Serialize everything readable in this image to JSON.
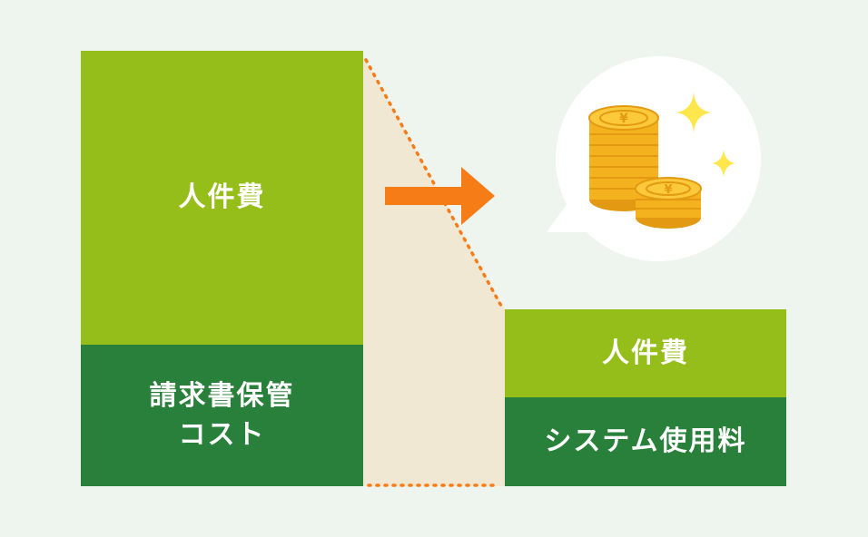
{
  "before": {
    "labor_label": "人件費",
    "storage_label": "請求書保管\nコスト"
  },
  "after": {
    "labor_label": "人件費",
    "system_label": "システム使用料"
  },
  "colors": {
    "background": "#eef4ee",
    "light_green": "#96be1a",
    "dark_green": "#29803a",
    "reduction_fill": "#f1e8d3",
    "accent_orange": "#f57c17",
    "coin_gold": "#f5b21f",
    "sparkle_yellow": "#fde74c"
  },
  "icons": {
    "arrow": "right-arrow-icon",
    "coins": "yen-coins-icon",
    "sparkles": "sparkle-icon"
  }
}
